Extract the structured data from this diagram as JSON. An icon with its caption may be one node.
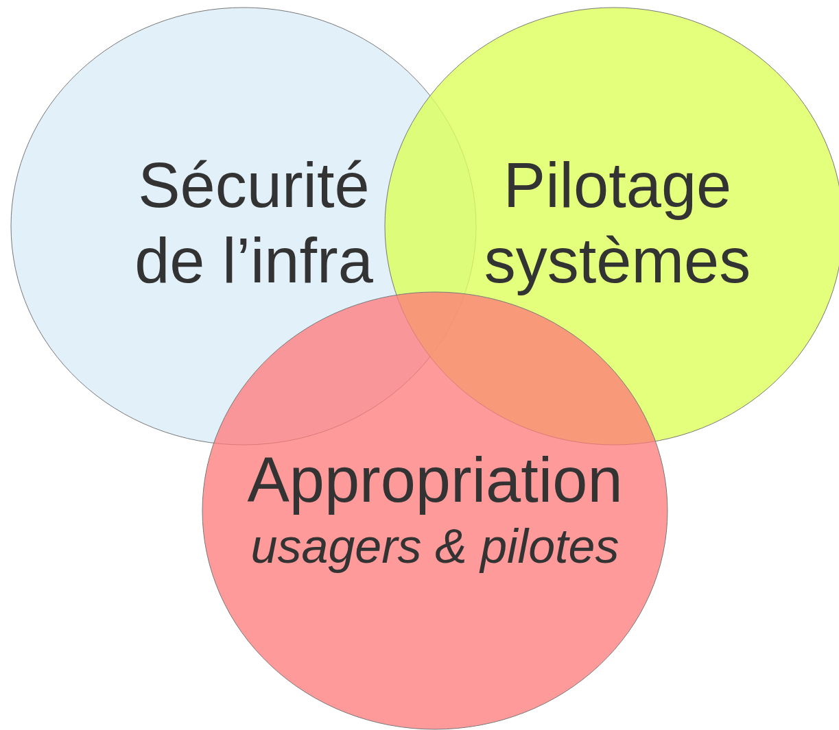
{
  "diagram": {
    "nodes": [
      {
        "text": [
          "Sécurité de l’infra"
        ]
      },
      {
        "text": [
          "Pilotage systèmes"
        ]
      },
      {
        "text": [
          "Appropriation",
          "usagers & pilotes"
        ]
      }
    ]
  }
}
